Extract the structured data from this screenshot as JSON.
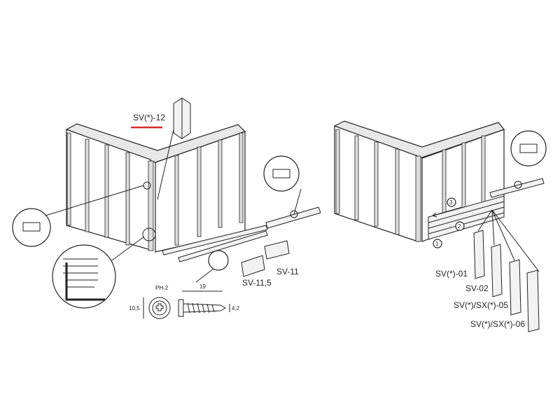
{
  "labels": {
    "corner_trim": "SV(*)-12",
    "starter_strip_a": "SV-11,5",
    "starter_strip_b": "SV-11",
    "screw_head": "PH-2",
    "screw_length": "19",
    "head_diameter": "10,5",
    "thread_diameter": "4,2",
    "panel_01": "SV(*)-01",
    "panel_02": "SV-02",
    "panel_05": "SV(*)/SX(*)-05",
    "panel_06": "SV(*)/SX(*)-06"
  },
  "steps": [
    "1",
    "2",
    "3"
  ],
  "colors": {
    "accent_underline": "#d62b2b",
    "line": "#222222"
  }
}
